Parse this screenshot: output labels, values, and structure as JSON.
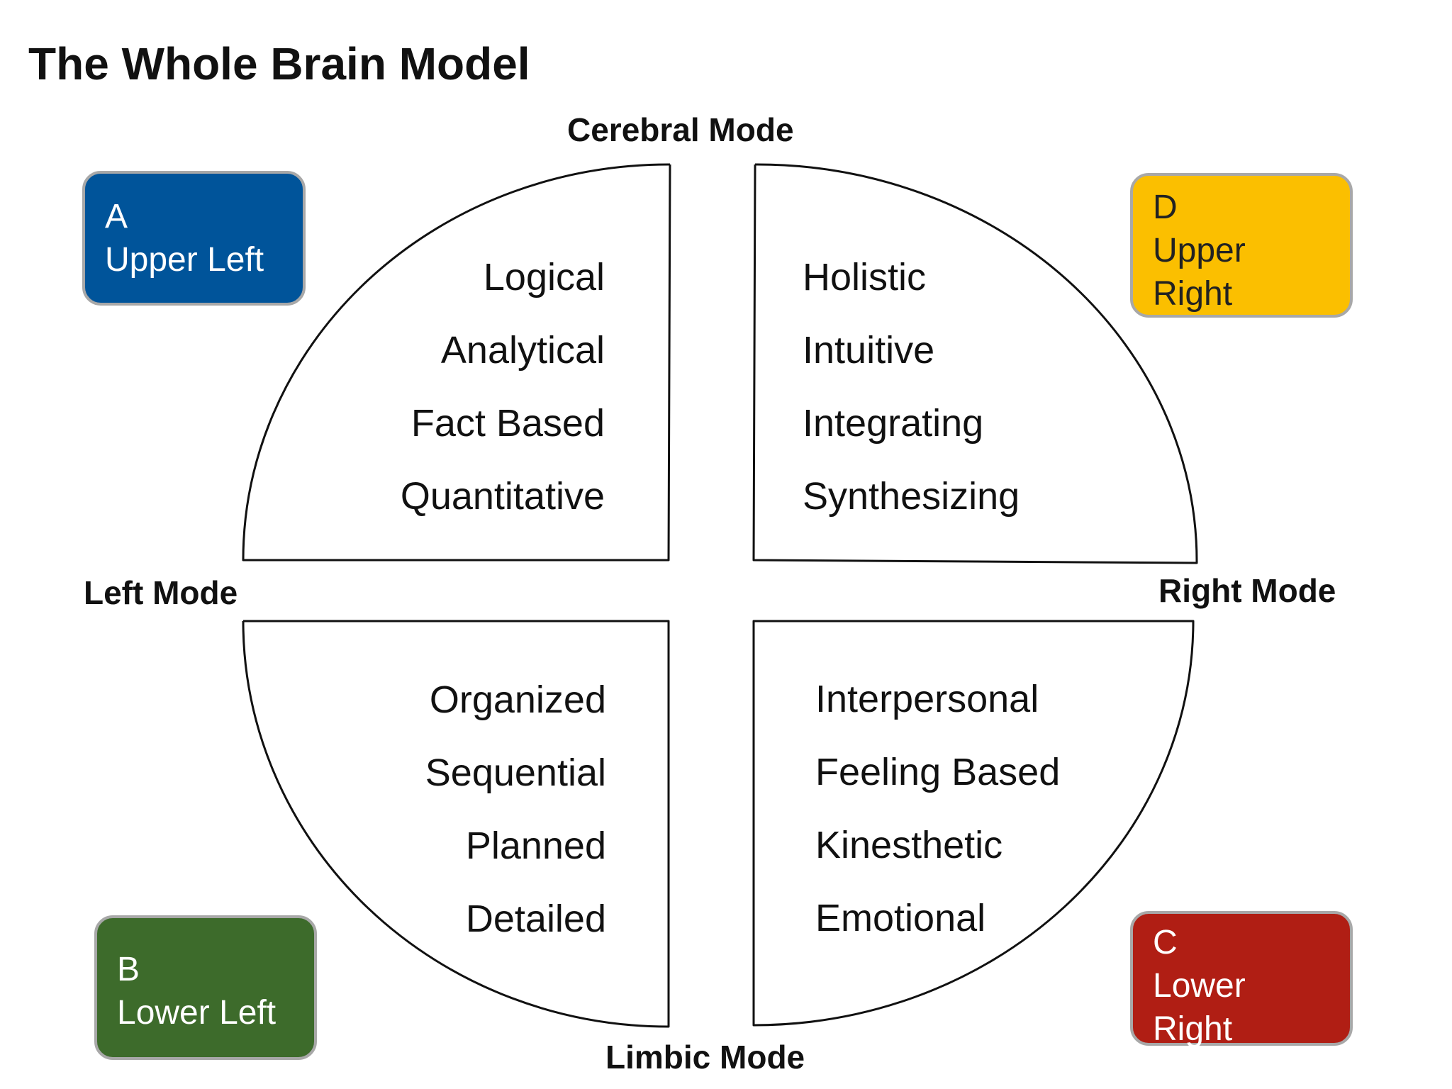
{
  "title": "The Whole Brain Model",
  "modes": {
    "top": "Cerebral Mode",
    "left": "Left Mode",
    "right": "Right Mode",
    "bottom": "Limbic Mode"
  },
  "quadrants": {
    "a": {
      "letter": "A",
      "name": "Upper Left",
      "color": "#00549a",
      "words": [
        "Logical",
        "Analytical",
        "Fact Based",
        "Quantitative"
      ]
    },
    "b": {
      "letter": "B",
      "name": "Lower Left",
      "color": "#3d6b2b",
      "words": [
        "Organized",
        "Sequential",
        "Planned",
        "Detailed"
      ]
    },
    "c": {
      "letter": "C",
      "name_line1": "Lower",
      "name_line2": "Right",
      "color": "#b01e14",
      "words": [
        "Interpersonal",
        "Feeling Based",
        "Kinesthetic",
        "Emotional"
      ]
    },
    "d": {
      "letter": "D",
      "name_line1": "Upper",
      "name_line2": "Right",
      "color": "#fbbf00",
      "words": [
        "Holistic",
        "Intuitive",
        "Integrating",
        "Synthesizing"
      ]
    }
  }
}
